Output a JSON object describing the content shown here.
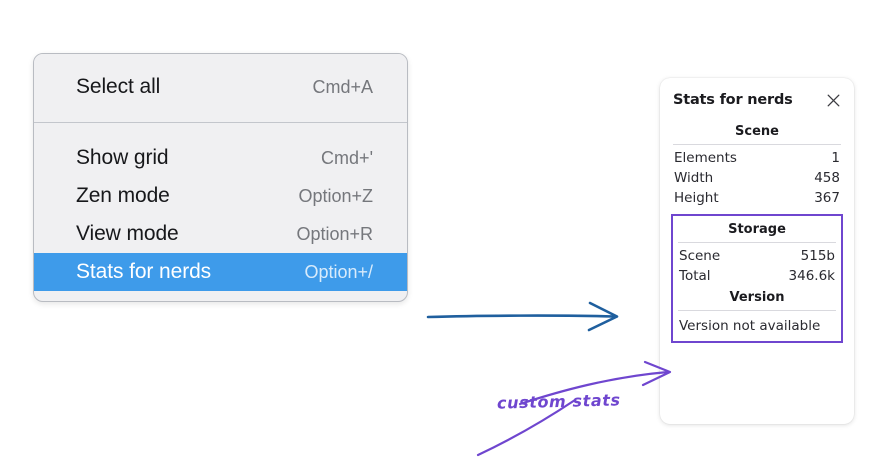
{
  "context_menu": {
    "name": "canvas-context-menu",
    "groups": [
      {
        "id": "group-top",
        "items": [
          {
            "label": "Select all",
            "shortcut": "Cmd+A",
            "selected": false
          }
        ]
      },
      {
        "id": "group-main",
        "items": [
          {
            "label": "Show grid",
            "shortcut": "Cmd+'",
            "selected": false
          },
          {
            "label": "Zen mode",
            "shortcut": "Option+Z",
            "selected": false
          },
          {
            "label": "View mode",
            "shortcut": "Option+R",
            "selected": false
          },
          {
            "label": "Stats for nerds",
            "shortcut": "Option+/",
            "selected": true
          }
        ]
      }
    ],
    "highlight_color": "#3e9bea"
  },
  "stats_panel": {
    "title": "Stats for nerds",
    "close_icon": "close-icon",
    "scene": {
      "heading": "Scene",
      "rows": [
        {
          "key": "Elements",
          "value": "1"
        },
        {
          "key": "Width",
          "value": "458"
        },
        {
          "key": "Height",
          "value": "367"
        }
      ]
    },
    "storage": {
      "heading": "Storage",
      "rows": [
        {
          "key": "Scene",
          "value": "515b"
        },
        {
          "key": "Total",
          "value": "346.6k"
        }
      ]
    },
    "version": {
      "heading": "Version",
      "text": "Version not available"
    },
    "highlight_border_color": "#6f46cf"
  },
  "annotations": {
    "blue_arrow_color": "#1f5f9e",
    "purple_color": "#6f46cf",
    "custom_stats_label": "custom stats"
  }
}
